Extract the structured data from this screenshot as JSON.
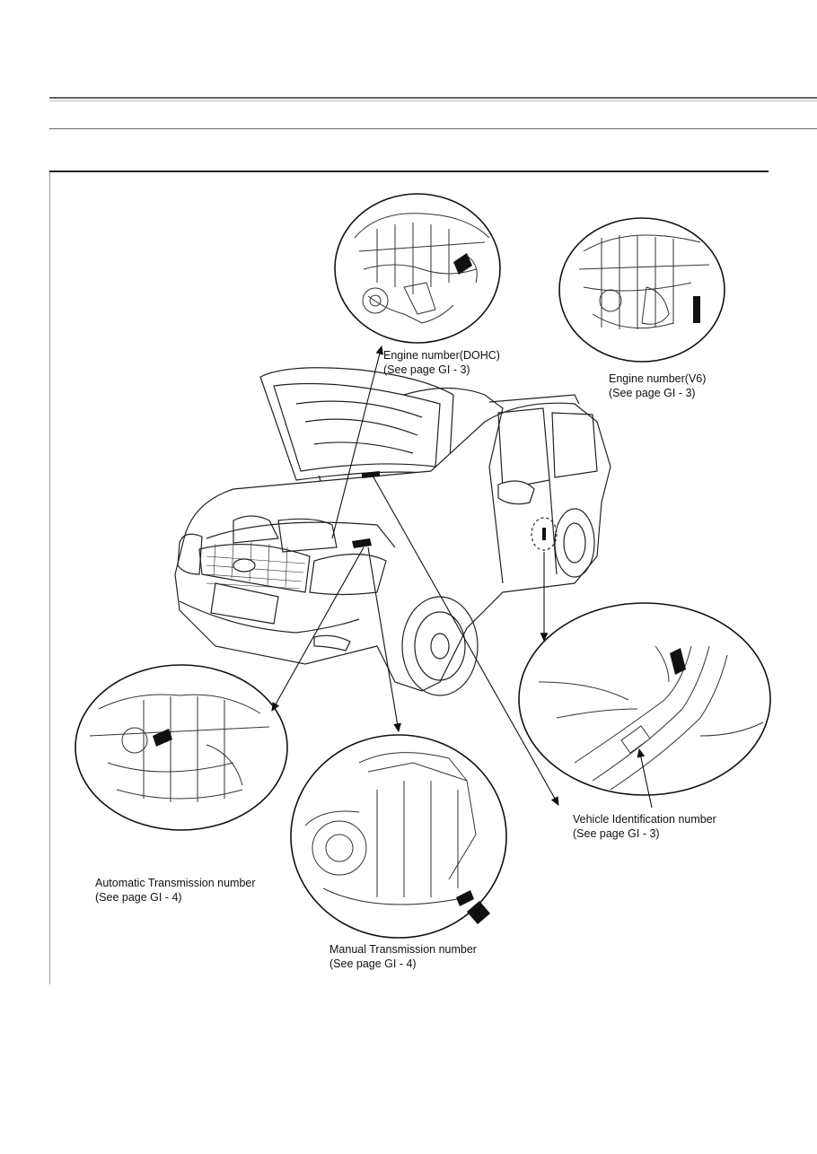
{
  "callouts": {
    "engine_dohc": {
      "line1": "Engine number(DOHC)",
      "line2": "(See page GI - 3)"
    },
    "engine_v6": {
      "line1": "Engine number(V6)",
      "line2": "(See page GI - 3)"
    },
    "vin": {
      "line1": "Vehicle Identification number",
      "line2": "(See page GI - 3)"
    },
    "auto_trans": {
      "line1": "Automatic Transmission number",
      "line2": "(See page GI - 4)"
    },
    "manual_trans": {
      "line1": "Manual Transmission number",
      "line2": "(See page GI - 4)"
    }
  }
}
